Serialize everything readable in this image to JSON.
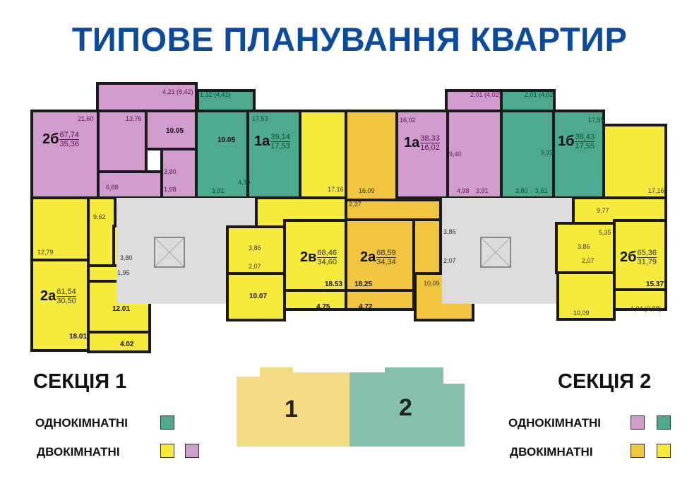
{
  "title": "ТИПОВЕ ПЛАНУВАННЯ КВАРТИР",
  "apartments": [
    {
      "code": "2б",
      "total": "67,74",
      "living": "35,36"
    },
    {
      "code": "1а",
      "total": "39,14",
      "living": "17,53"
    },
    {
      "code": "1а",
      "total": "38,33",
      "living": "16,02"
    },
    {
      "code": "1б",
      "total": "38,43",
      "living": "17,55"
    },
    {
      "code": "2а",
      "total": "61,54",
      "living": "30,50"
    },
    {
      "code": "2в",
      "total": "68,46",
      "living": "34,60"
    },
    {
      "code": "2а",
      "total": "68,59",
      "living": "34,34"
    },
    {
      "code": "2б",
      "total": "65,36",
      "living": "31,79"
    }
  ],
  "rooms": {
    "a": "21,60",
    "b": "13,76",
    "c": "10.05",
    "d": "4,21 (8,42)",
    "e": "6,88",
    "f": "3,80",
    "g": "1,98",
    "h": "1,32 (4,41)",
    "i": "10.05",
    "j": "17,53",
    "k": "3,81",
    "l": "4,39",
    "m": "17,16",
    "n": "16,09",
    "o": "16,02",
    "p": "2,01 (4,02)",
    "q": "9,40",
    "r": "4,98",
    "s": "3,91",
    "t": "2,01 (4,02)",
    "u": "17,55",
    "v": "9,33",
    "w": "3,80",
    "x": "3,61",
    "y": "17,16",
    "z1": "12,79",
    "z2": "9,62",
    "z3": "3,80",
    "z4": "1,95",
    "z5": "12.01",
    "z6": "18.01",
    "z7": "4.02",
    "z8": "3,86",
    "z9": "2,07",
    "z10": "10.07",
    "z11": "18.53",
    "z12": "4,75",
    "z13": "2,37",
    "z14": "18.25",
    "z15": "4.72",
    "z16": "3,86",
    "z17": "2,07",
    "z18": "10,09",
    "z19": "9,77",
    "z20": "5,35",
    "z21": "3,86",
    "z22": "2,07",
    "z23": "10,09",
    "z24": "15.37",
    "z25": "1,94 (3,88)"
  },
  "sections": {
    "s1": "СЕКЦІЯ 1",
    "s2": "СЕКЦІЯ 2"
  },
  "legend": {
    "one_room": "ОДНОКІМНАТНІ",
    "two_room": "ДВОКІМНАТНІ"
  },
  "map": {
    "n1": "1",
    "n2": "2"
  },
  "colors": {
    "pink": "#cf9ccb",
    "teal": "#4daa8f",
    "yellow": "#f6ea3d",
    "orange": "#f1c53f",
    "title": "#0c4a9c"
  }
}
